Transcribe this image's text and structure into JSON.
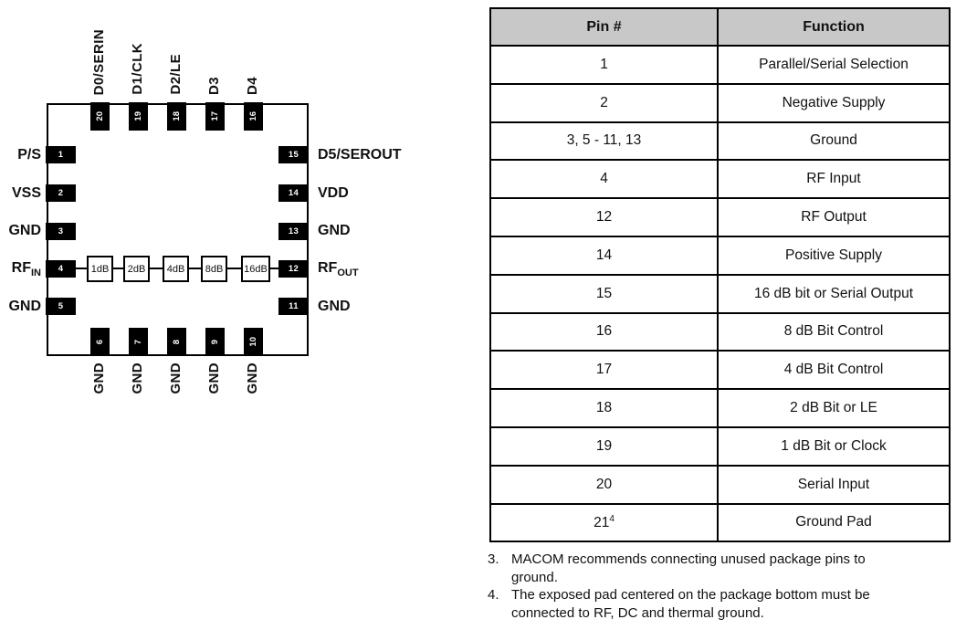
{
  "diagram": {
    "top_pins": [
      {
        "num": "20",
        "label": "D0/SERIN"
      },
      {
        "num": "19",
        "label": "D1/CLK"
      },
      {
        "num": "18",
        "label": "D2/LE"
      },
      {
        "num": "17",
        "label": "D3"
      },
      {
        "num": "16",
        "label": "D4"
      }
    ],
    "left_pins": [
      {
        "num": "1",
        "label": "P/S"
      },
      {
        "num": "2",
        "label": "VSS"
      },
      {
        "num": "3",
        "label": "GND"
      },
      {
        "num": "4",
        "label": "RF",
        "label_sub": "IN"
      },
      {
        "num": "5",
        "label": "GND"
      }
    ],
    "right_pins": [
      {
        "num": "15",
        "label": "D5/SEROUT"
      },
      {
        "num": "14",
        "label": "VDD"
      },
      {
        "num": "13",
        "label": "GND"
      },
      {
        "num": "12",
        "label": "RF",
        "label_sub": "OUT"
      },
      {
        "num": "11",
        "label": "GND"
      }
    ],
    "bottom_pins": [
      {
        "num": "6",
        "label": "GND"
      },
      {
        "num": "7",
        "label": "GND"
      },
      {
        "num": "8",
        "label": "GND"
      },
      {
        "num": "9",
        "label": "GND"
      },
      {
        "num": "10",
        "label": "GND"
      }
    ],
    "attenuators": [
      "1dB",
      "2dB",
      "4dB",
      "8dB",
      "16dB"
    ]
  },
  "table": {
    "headers": [
      "Pin #",
      "Function"
    ],
    "rows": [
      {
        "pin": "1",
        "fn": "Parallel/Serial Selection"
      },
      {
        "pin": "2",
        "fn": "Negative Supply"
      },
      {
        "pin": "3, 5 - 11, 13",
        "fn": "Ground"
      },
      {
        "pin": "4",
        "fn": "RF Input"
      },
      {
        "pin": "12",
        "fn": "RF Output"
      },
      {
        "pin": "14",
        "fn": "Positive Supply"
      },
      {
        "pin": "15",
        "fn": "16 dB bit or Serial Output"
      },
      {
        "pin": "16",
        "fn": "8 dB Bit Control"
      },
      {
        "pin": "17",
        "fn": "4 dB Bit Control"
      },
      {
        "pin": "18",
        "fn": "2 dB Bit or LE"
      },
      {
        "pin": "19",
        "fn": "1 dB Bit or Clock"
      },
      {
        "pin": "20",
        "fn": "Serial Input"
      },
      {
        "pin": "21",
        "pin_sup": "4",
        "fn": "Ground Pad"
      }
    ]
  },
  "notes": [
    {
      "num": "3.",
      "text": "MACOM recommends connecting unused package pins to ground."
    },
    {
      "num": "4.",
      "text": "The exposed pad centered on the package bottom must be connected to RF, DC and thermal ground."
    }
  ],
  "colors": {
    "header_bg": "#c8c8c8",
    "pin_fill": "#000000",
    "border": "#000000"
  }
}
